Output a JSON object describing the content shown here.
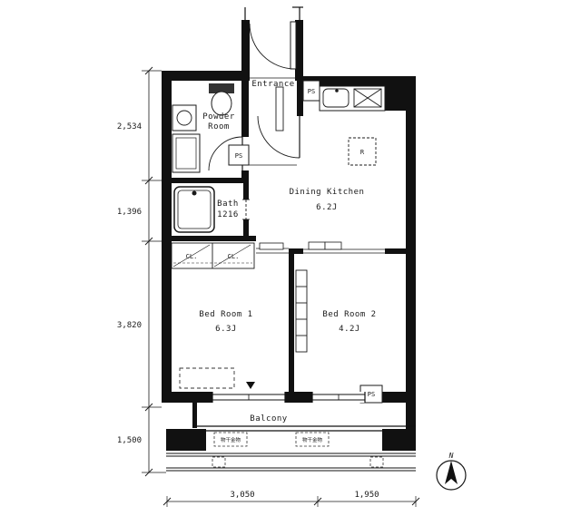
{
  "floorplan": {
    "rooms": {
      "entrance": "Entrance",
      "powder_line1": "Powder",
      "powder_line2": "Room",
      "bath": "Bath",
      "bath_size": "1216",
      "dining_kitchen": "Dining Kitchen",
      "dining_kitchen_size": "6.2J",
      "bedroom1": "Bed Room 1",
      "bedroom1_size": "6.3J",
      "bedroom2": "Bed Room 2",
      "bedroom2_size": "4.2J",
      "balcony": "Balcony"
    },
    "annotations": {
      "closet1": "CL.",
      "closet2": "CL.",
      "refrigerator": "R",
      "ps_entrance": "PS",
      "ps_powder": "PS",
      "ps_bedroom2": "PS",
      "laundry_left": "物干金物",
      "laundry_right": "物干金物"
    },
    "dimensions": {
      "left": [
        "2,534",
        "1,396",
        "3,820",
        "1,500"
      ],
      "bottom": [
        "3,050",
        "1,950"
      ]
    },
    "compass_n": "N"
  }
}
